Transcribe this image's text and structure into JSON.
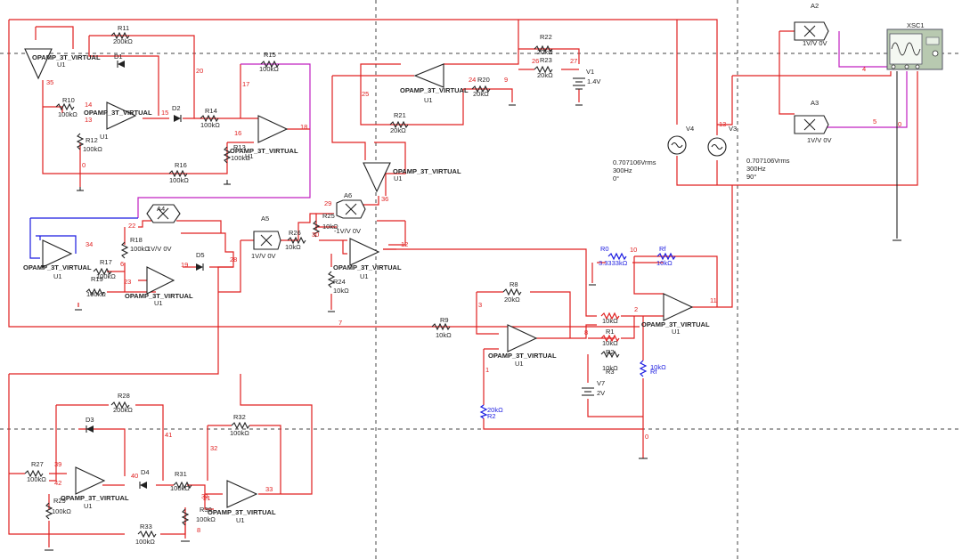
{
  "opamp_type": "OPAMP_3T_VIRTUAL",
  "opamp_ref": "U1",
  "resistors": [
    {
      "ref": "R11",
      "val": "200kΩ"
    },
    {
      "ref": "R10",
      "val": "100kΩ"
    },
    {
      "ref": "R12",
      "val": "100kΩ"
    },
    {
      "ref": "R14",
      "val": "100kΩ"
    },
    {
      "ref": "R15",
      "val": "100kΩ"
    },
    {
      "ref": "R13",
      "val": "100kΩ"
    },
    {
      "ref": "R16",
      "val": "100kΩ"
    },
    {
      "ref": "R22",
      "val": "20kΩ"
    },
    {
      "ref": "R23",
      "val": "20kΩ"
    },
    {
      "ref": "R20",
      "val": "20kΩ"
    },
    {
      "ref": "R21",
      "val": "20kΩ"
    },
    {
      "ref": "R18",
      "val": "100kΩ"
    },
    {
      "ref": "R17",
      "val": "100kΩ"
    },
    {
      "ref": "R19",
      "val": "100kΩ"
    },
    {
      "ref": "R25",
      "val": "10kΩ"
    },
    {
      "ref": "R26",
      "val": "10kΩ"
    },
    {
      "ref": "R24",
      "val": "10kΩ"
    },
    {
      "ref": "R0",
      "val": "3.3333kΩ"
    },
    {
      "ref": "Rf",
      "val": "10kΩ"
    },
    {
      "ref": "R8",
      "val": "20kΩ"
    },
    {
      "ref": "R9",
      "val": "10kΩ"
    },
    {
      "ref": "R1",
      "val": "10kΩ"
    },
    {
      "ref": "R2",
      "val": "10kΩ"
    },
    {
      "ref": "R3",
      "val": "10kΩ"
    },
    {
      "ref": "Rf",
      "val": "10kΩ"
    },
    {
      "ref": "R2",
      "val": "20kΩ"
    },
    {
      "ref": "R28",
      "val": "200kΩ"
    },
    {
      "ref": "R27",
      "val": "100kΩ"
    },
    {
      "ref": "R29",
      "val": "100kΩ"
    },
    {
      "ref": "R31",
      "val": "100kΩ"
    },
    {
      "ref": "R32",
      "val": "100kΩ"
    },
    {
      "ref": "R30",
      "val": "100kΩ"
    },
    {
      "ref": "R33",
      "val": "100kΩ"
    }
  ],
  "diodes": [
    "D1",
    "D2",
    "D5",
    "D3",
    "D4"
  ],
  "multipliers": [
    {
      "ref": "A2",
      "spec": "1V/V 0V"
    },
    {
      "ref": "A3",
      "spec": "1V/V 0V"
    },
    {
      "ref": "A4",
      "spec": "1V/V 0V"
    },
    {
      "ref": "A5",
      "spec": "1V/V 0V"
    },
    {
      "ref": "A6",
      "spec": "-1V/V 0V"
    }
  ],
  "sources": [
    {
      "ref": "V1",
      "val": "1.4V"
    },
    {
      "ref": "V7",
      "val": "2V"
    },
    {
      "ref": "V4",
      "l1": "0.707106Vrms",
      "l2": "300Hz",
      "l3": "0°"
    },
    {
      "ref": "V3",
      "l1": "0.707106Vrms",
      "l2": "300Hz",
      "l3": "90°"
    }
  ],
  "scope": {
    "ref": "XSC1"
  },
  "nets": [
    "35",
    "14",
    "13",
    "15",
    "20",
    "16",
    "17",
    "18",
    "0",
    "25",
    "24",
    "26",
    "27",
    "9",
    "12",
    "36",
    "29",
    "30",
    "22",
    "6",
    "23",
    "28",
    "19",
    "34",
    "7",
    "3",
    "8",
    "1",
    "2",
    "10",
    "11",
    "4",
    "5",
    "13",
    "0",
    "0",
    "39",
    "42",
    "41",
    "40",
    "32",
    "31",
    "21",
    "33",
    "8"
  ]
}
